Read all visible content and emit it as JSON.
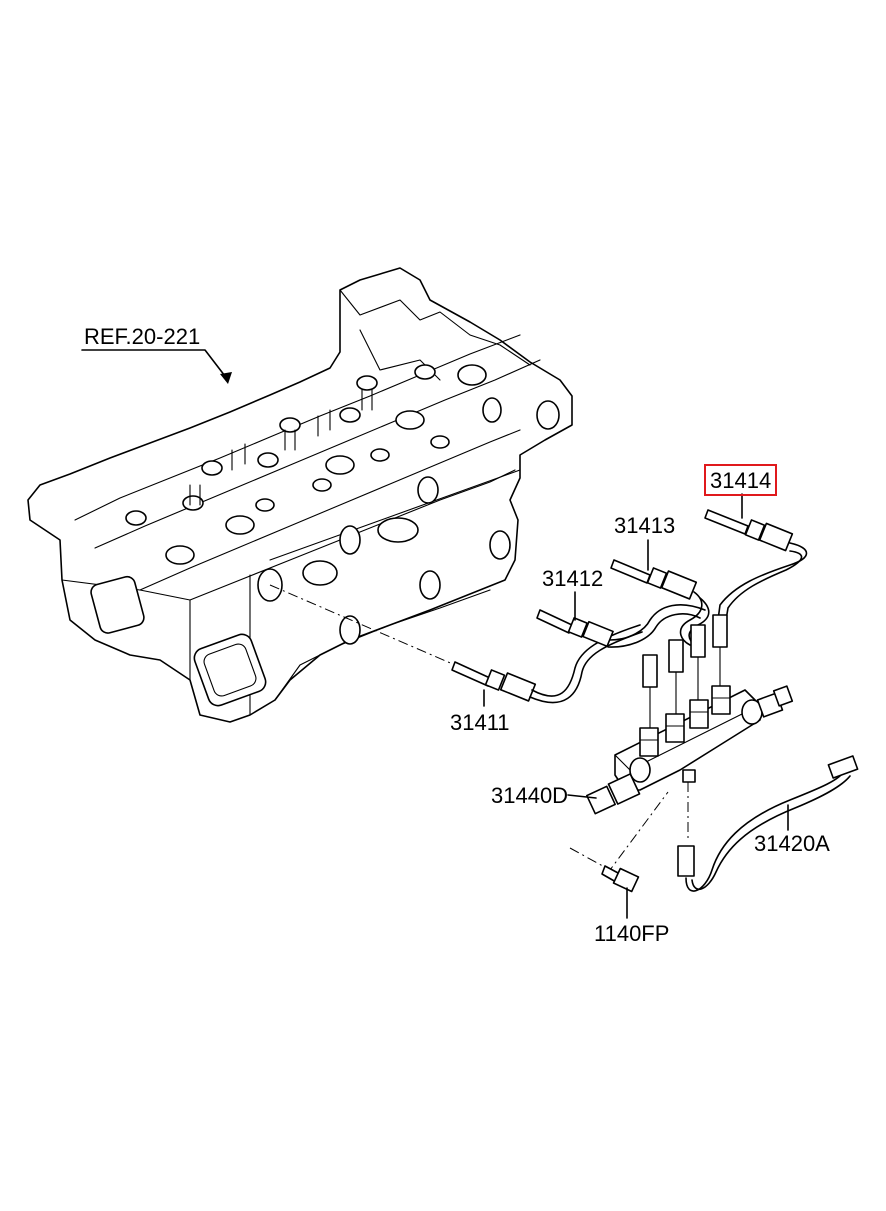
{
  "diagram": {
    "labels": {
      "ref": "REF.20-221",
      "p31414": "31414",
      "p31413": "31413",
      "p31412": "31412",
      "p31411": "31411",
      "p31440D": "31440D",
      "p31420A": "31420A",
      "p1140FP": "1140FP"
    },
    "highlighted_part": "31414",
    "colors": {
      "line": "#000000",
      "background": "#ffffff",
      "highlight": "#e0191c"
    }
  }
}
